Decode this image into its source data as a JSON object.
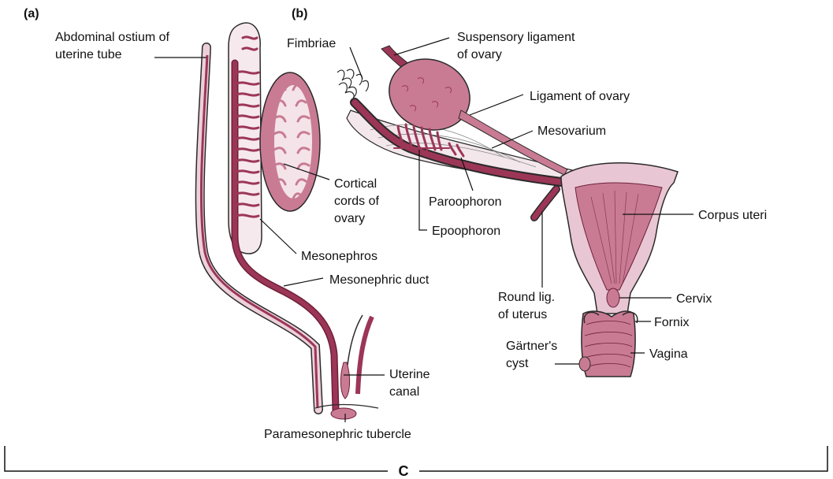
{
  "panels": {
    "a": "(a)",
    "b": "(b)"
  },
  "bracket_label": "C",
  "colors": {
    "duct": "#9c3657",
    "duct_dark": "#6d1f39",
    "tissue": "#c97b94",
    "tissue_light": "#ecd0da",
    "outline": "#2a2a2a",
    "leader": "#111111"
  },
  "labels": {
    "abdominal_ostium": [
      "Abdominal ostium of",
      "uterine tube"
    ],
    "mesonephros": "Mesonephros",
    "cortical_cords": [
      "Cortical",
      "cords of",
      "ovary"
    ],
    "mesonephric_duct": "Mesonephric duct",
    "uterine_canal": [
      "Uterine",
      "canal"
    ],
    "paramesonephric_tubercle": "Paramesonephric tubercle",
    "fimbriae": "Fimbriae",
    "suspensory_ligament": [
      "Suspensory ligament",
      "of ovary"
    ],
    "ligament_of_ovary": "Ligament of ovary",
    "mesovarium": "Mesovarium",
    "paroophoron": "Paroophoron",
    "epoophoron": "Epoophoron",
    "corpus_uteri": "Corpus uteri",
    "round_ligament": [
      "Round lig.",
      "of uterus"
    ],
    "cervix": "Cervix",
    "fornix": "Fornix",
    "gartners_cyst": [
      "Gärtner's",
      "cyst"
    ],
    "vagina": "Vagina"
  }
}
